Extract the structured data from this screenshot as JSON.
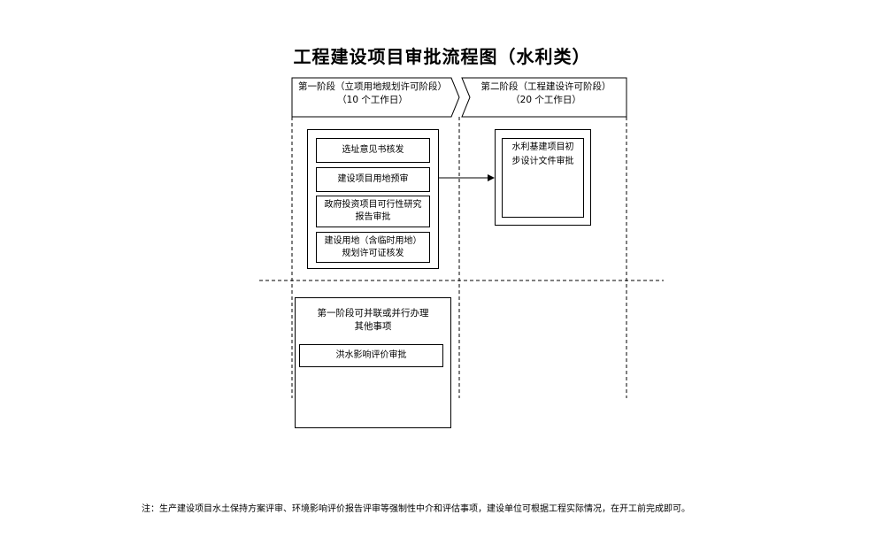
{
  "title": "工程建设项目审批流程图（水利类）",
  "phase1": {
    "name": "第一阶段（立项用地规划许可阶段）",
    "days": "（10 个工作日）",
    "items": [
      [
        "选址意见书核发"
      ],
      [
        "建设项目用地预审"
      ],
      [
        "政府投资项目可行性研究",
        "报告审批"
      ],
      [
        "建设用地（含临时用地）",
        "规划许可证核发"
      ]
    ]
  },
  "phase2": {
    "name": "第二阶段（工程建设许可阶段）",
    "days": "（20 个工作日）",
    "items": [
      [
        "水利基建项目初",
        "步设计文件审批"
      ]
    ]
  },
  "parallel": {
    "title": [
      "第一阶段可并联或并行办理",
      "其他事项"
    ],
    "items": [
      "洪水影响评价审批"
    ]
  },
  "note": "注：生产建设项目水土保持方案评审、环境影响评价报告评审等强制性中介和评估事项，建设单位可根据工程实际情况，在开工前完成即可。"
}
